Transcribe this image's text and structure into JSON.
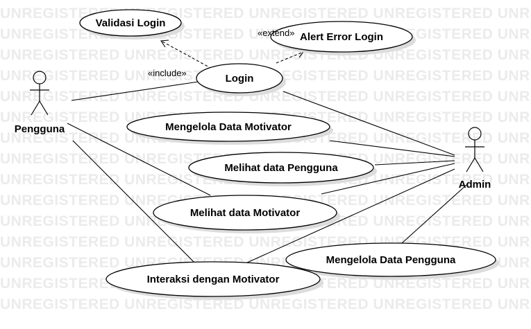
{
  "watermark": "UNREGISTERED",
  "actors": {
    "pengguna": "Pengguna",
    "admin": "Admin"
  },
  "use_cases": {
    "validasi_login": "Validasi Login",
    "alert_error_login": "Alert Error Login",
    "login": "Login",
    "mengelola_data_motivator": "Mengelola Data Motivator",
    "melihat_data_pengguna": "Melihat data Pengguna",
    "melihat_data_motivator": "Melihat data Motivator",
    "mengelola_data_pengguna": "Mengelola Data Pengguna",
    "interaksi_dengan_motivator": "Interaksi dengan Motivator"
  },
  "relations": {
    "include": "«include»",
    "extend": "«extend»"
  }
}
